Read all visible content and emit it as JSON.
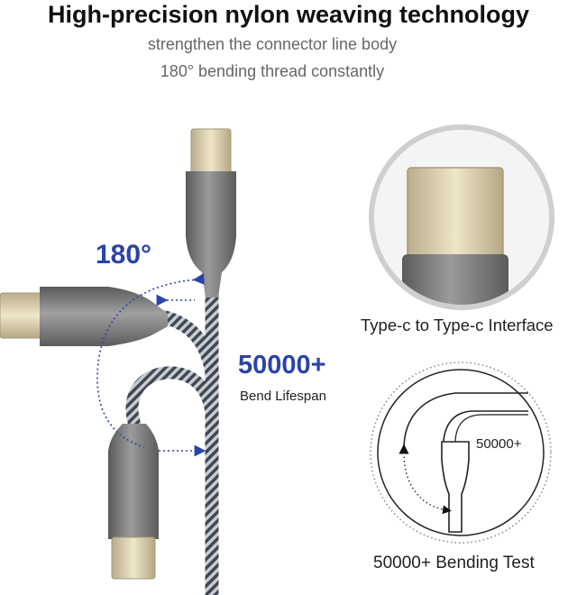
{
  "header": {
    "title": "High-precision nylon weaving technology",
    "subtitle_line1": "strengthen the connector line body",
    "subtitle_line2": "180° bending thread constantly"
  },
  "callouts": {
    "angle": "180°",
    "bend_count": "50000+",
    "bend_label": "Bend Lifespan"
  },
  "interface": {
    "label": "Type-c to Type-c Interface"
  },
  "test": {
    "inner_count": "50000+",
    "label": "50000+ Bending Test"
  },
  "colors": {
    "accent_blue": "#2a44a8",
    "connector_gray": "#7d7d7d",
    "braid_dark": "#3f4854",
    "braid_light": "#c9ccd0",
    "plug_gold": "#d8c79a"
  }
}
